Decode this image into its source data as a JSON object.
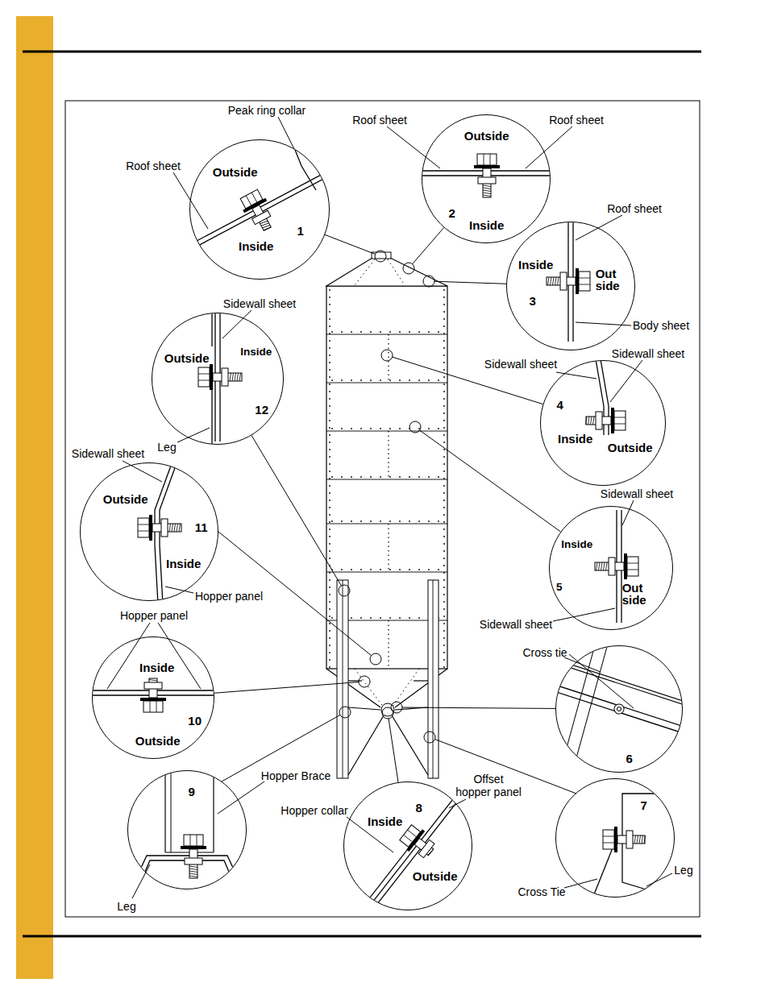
{
  "diagram": {
    "nodes": [
      {
        "text": [
          "Outside",
          "Inside",
          "1"
        ]
      },
      {
        "text": [
          "Outside",
          "2",
          "Inside"
        ]
      },
      {
        "text": [
          "Inside",
          "Out side",
          "3"
        ]
      },
      {
        "text": [
          "Outside",
          "Inside",
          "12"
        ]
      },
      {
        "text": [
          "4",
          "Inside",
          "Outside"
        ]
      },
      {
        "text": [
          "Outside",
          "11",
          "Inside"
        ]
      },
      {
        "text": [
          "Inside",
          "5",
          "Out side"
        ]
      },
      {
        "text": [
          "Inside",
          "10",
          "Outside"
        ]
      },
      {
        "text": [
          "6"
        ]
      },
      {
        "text": [
          "9"
        ]
      },
      {
        "text": [
          "8",
          "Inside",
          "Outside"
        ]
      },
      {
        "text": [
          "7"
        ]
      }
    ],
    "labels": [
      "Peak ring collar",
      "Roof sheet",
      "Roof sheet",
      "Roof sheet",
      "Roof sheet",
      "Body sheet",
      "Sidewall sheet",
      "Leg",
      "Sidewall sheet",
      "Sidewall sheet",
      "Sidewall sheet",
      "Hopper panel",
      "Sidewall sheet",
      "Sidewall sheet",
      "Hopper panel",
      "Cross tie",
      "Hopper Brace",
      "Leg",
      "Hopper collar",
      "Offset hopper panel",
      "Cross Tie",
      "Leg"
    ]
  }
}
